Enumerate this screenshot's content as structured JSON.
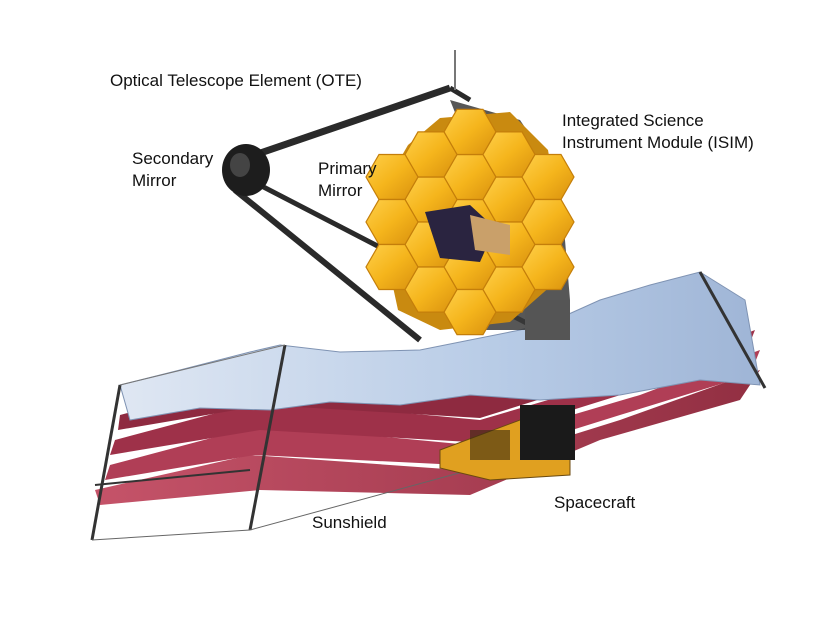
{
  "labels": {
    "ote": "Optical Telescope Element (OTE)",
    "isim_line1": "Integrated Science",
    "isim_line2": "Instrument Module (ISIM)",
    "secondary_line1": "Secondary",
    "secondary_line2": "Mirror",
    "primary_line1": "Primary",
    "primary_line2": "Mirror",
    "spacecraft": "Spacecraft",
    "sunshield": "Sunshield"
  },
  "colors": {
    "mirror_gold": "#f5b51c",
    "mirror_edge": "#c98a10",
    "sunshield_top": "#b9cde8",
    "sunshield_layers": "#a8344d",
    "struts": "#2a2a2a",
    "spacecraft_bus": "#e0a020"
  }
}
